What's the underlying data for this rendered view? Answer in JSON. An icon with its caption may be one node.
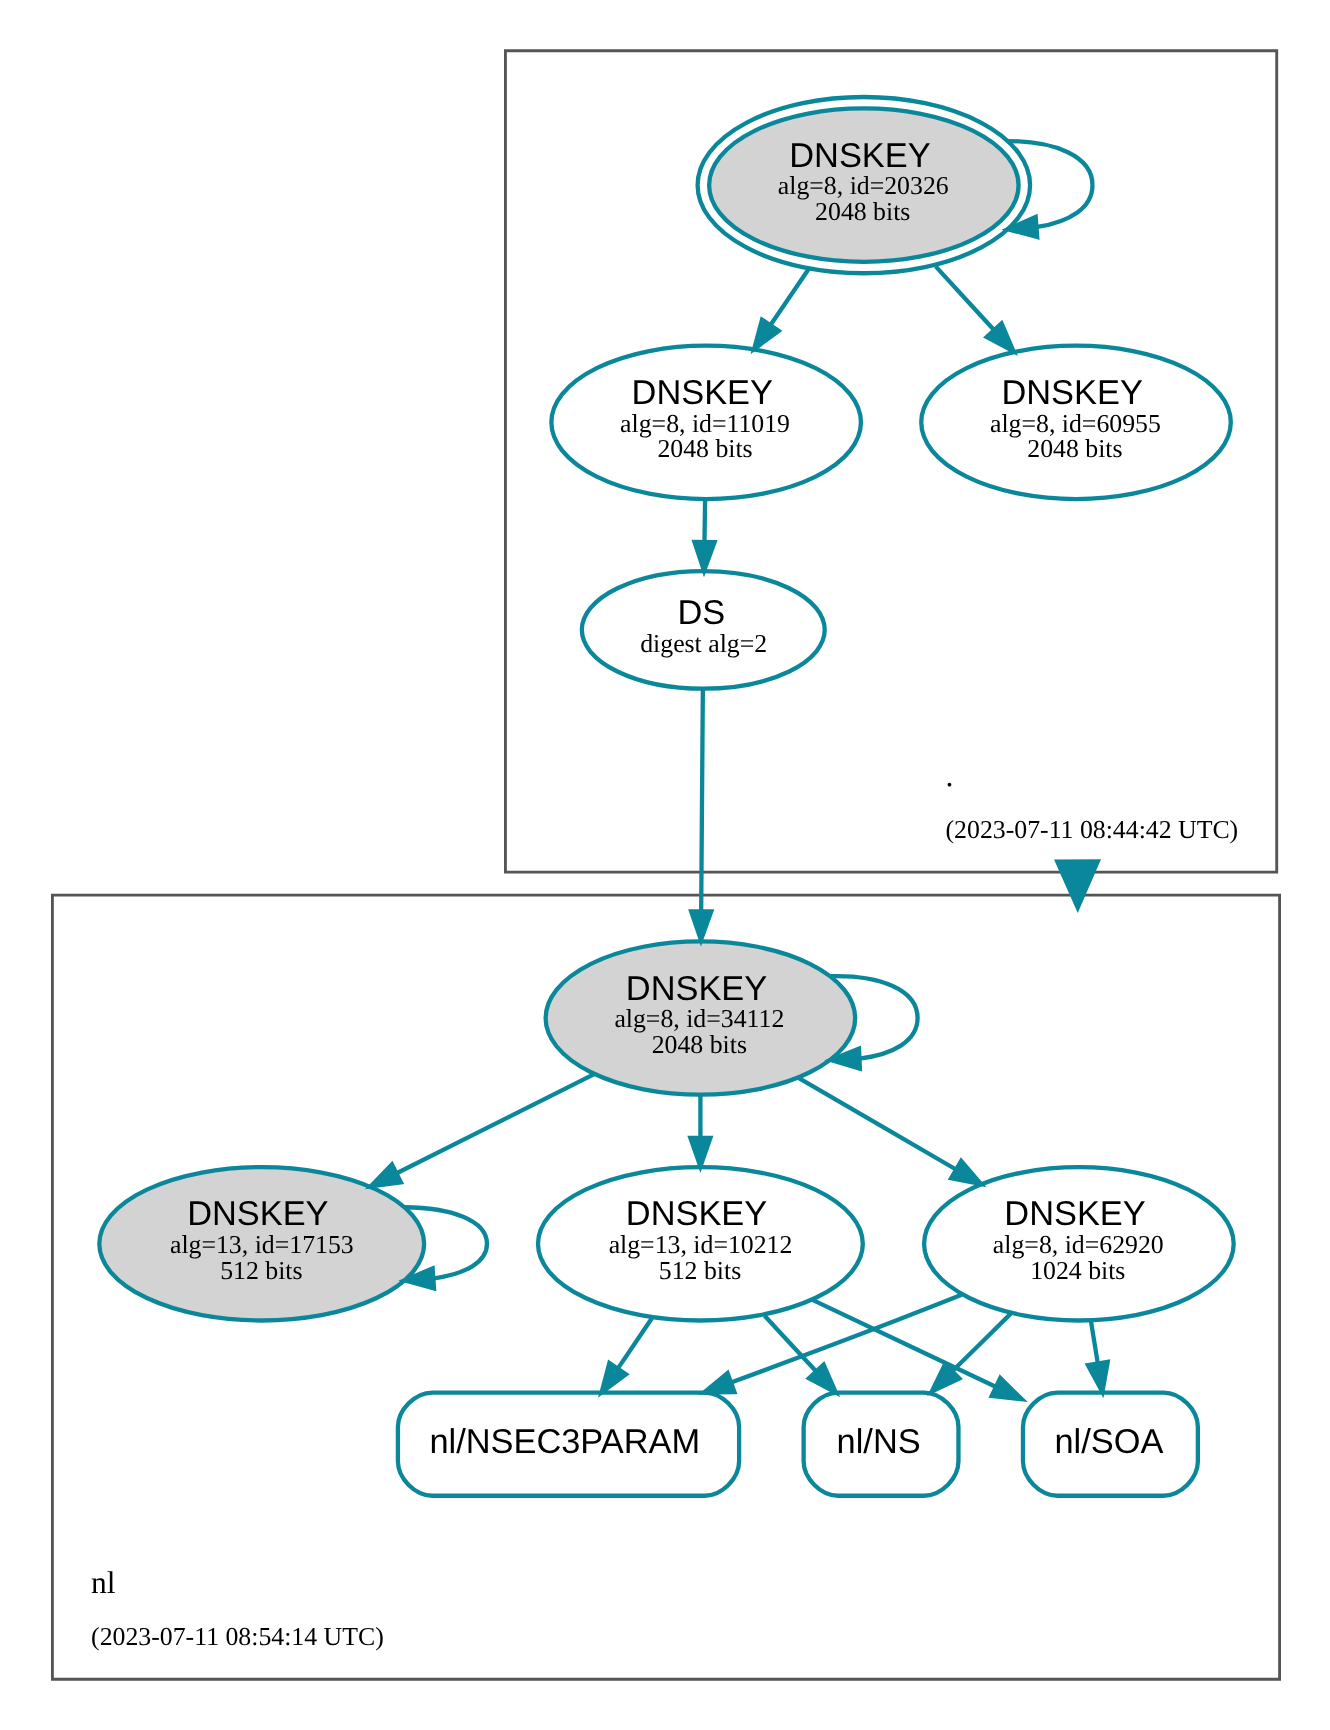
{
  "diagram": {
    "nodes": [
      {
        "text": [
          ".",
          "(2023-07-11 08:44:42 UTC)"
        ]
      },
      {
        "text": [
          "DNSKEY",
          "alg=8, id=20326",
          "2048 bits"
        ],
        "in": 0
      },
      {
        "text": [
          "DNSKEY",
          "alg=8, id=11019",
          "2048 bits"
        ],
        "in": 0
      },
      {
        "text": [
          "DNSKEY",
          "alg=8, id=60955",
          "2048 bits"
        ],
        "in": 0
      },
      {
        "text": [
          "DS",
          "digest alg=2"
        ],
        "in": 0
      },
      {
        "text": [
          "nl",
          "(2023-07-11 08:54:14 UTC)"
        ]
      },
      {
        "text": [
          "DNSKEY",
          "alg=8, id=34112",
          "2048 bits"
        ],
        "in": 5
      },
      {
        "text": [
          "DNSKEY",
          "alg=13, id=17153",
          "512 bits"
        ],
        "in": 5
      },
      {
        "text": [
          "DNSKEY",
          "alg=13, id=10212",
          "512 bits"
        ],
        "in": 5
      },
      {
        "text": [
          "DNSKEY",
          "alg=8, id=62920",
          "1024 bits"
        ],
        "in": 5
      },
      {
        "text": [
          "nl/NS"
        ],
        "in": 5
      },
      {
        "text": [
          "nl/SOA"
        ],
        "in": 5
      },
      {
        "text": [
          "nl/NSEC3PARAM"
        ],
        "in": 5
      }
    ],
    "edges": [
      {
        "from": 1,
        "to": 1,
        "arrow": "to"
      },
      {
        "from": 1,
        "to": 2,
        "arrow": "to"
      },
      {
        "from": 1,
        "to": 3,
        "arrow": "to"
      },
      {
        "from": 2,
        "to": 4,
        "arrow": "to"
      },
      {
        "from": 0,
        "to": 5,
        "arrow": "to",
        "style": "thick"
      },
      {
        "from": 4,
        "to": 6,
        "arrow": "to"
      },
      {
        "from": 6,
        "to": 6,
        "arrow": "to"
      },
      {
        "from": 6,
        "to": 7,
        "arrow": "to"
      },
      {
        "from": 6,
        "to": 8,
        "arrow": "to"
      },
      {
        "from": 6,
        "to": 9,
        "arrow": "to"
      },
      {
        "from": 7,
        "to": 7,
        "arrow": "to"
      },
      {
        "from": 8,
        "to": 10,
        "arrow": "to"
      },
      {
        "from": 8,
        "to": 11,
        "arrow": "to"
      },
      {
        "from": 8,
        "to": 12,
        "arrow": "to"
      },
      {
        "from": 9,
        "to": 10,
        "arrow": "to"
      },
      {
        "from": 9,
        "to": 11,
        "arrow": "to"
      },
      {
        "from": 9,
        "to": 12,
        "arrow": "to"
      }
    ]
  }
}
